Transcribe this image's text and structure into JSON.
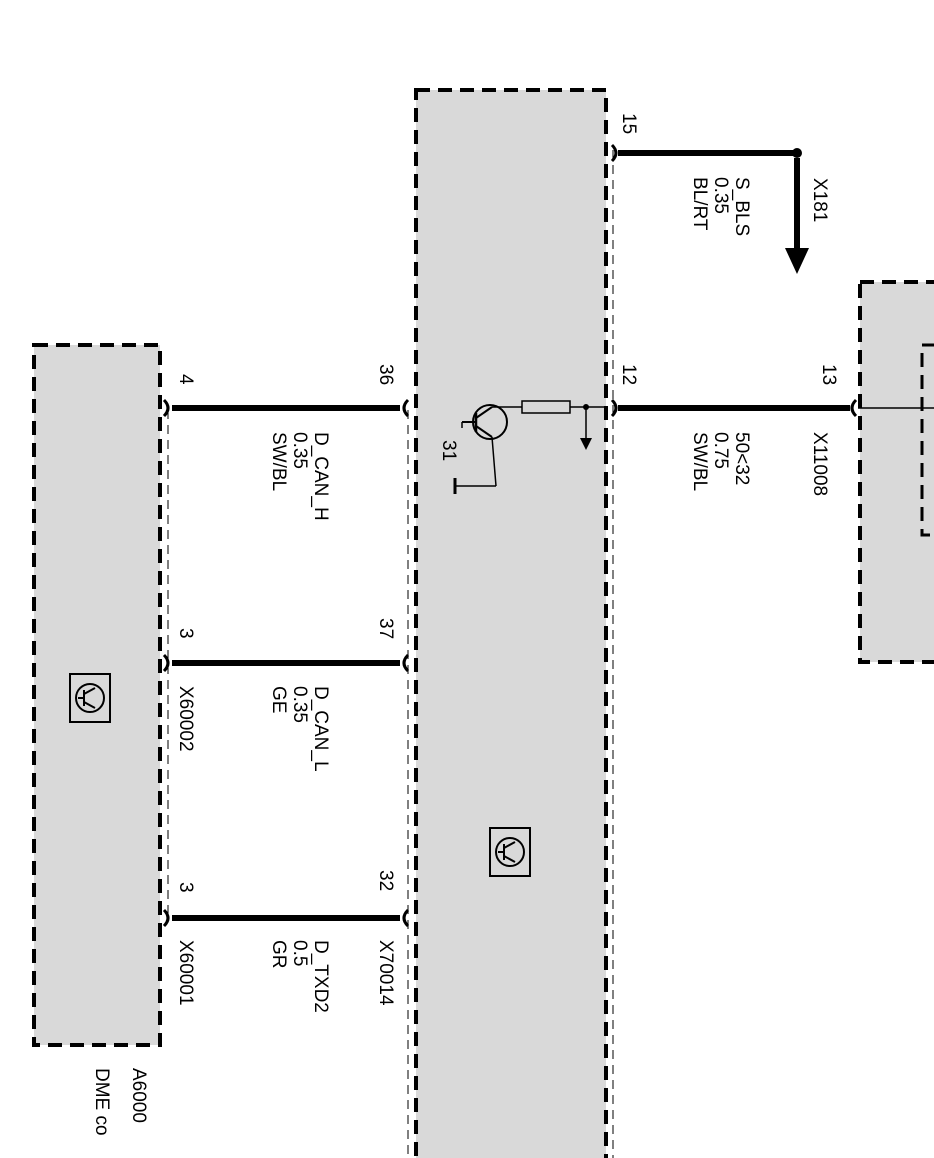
{
  "modules": {
    "left": {
      "id": "A6000",
      "name": "DME co"
    },
    "center": {},
    "right": {}
  },
  "pins": {
    "p15": "15",
    "p12": "12",
    "p13": "13",
    "p36": "36",
    "p37": "37",
    "p32": "32",
    "p4": "4",
    "p3a": "3",
    "p3b": "3",
    "p31": "31"
  },
  "connectors": {
    "x181": "X181",
    "x11008": "X11008",
    "x60002": "X60002",
    "x60001": "X60001",
    "x70014": "X70014"
  },
  "wires": {
    "s_bls": {
      "signal": "S_BLS",
      "gauge": "0.35",
      "color": "BL/RT"
    },
    "ign": {
      "signal": "50<32",
      "gauge": "0.75",
      "color": "SW/BL"
    },
    "d_can_h": {
      "signal": "D_CAN_H",
      "gauge": "0.35",
      "color": "SW/BL"
    },
    "d_can_l": {
      "signal": "D_CAN_L",
      "gauge": "0.35",
      "color": "GE"
    },
    "d_txd2": {
      "signal": "D_TXD2",
      "gauge": "0.5",
      "color": "GR"
    }
  },
  "colors": {
    "module_fill": "#d9d9d9",
    "line": "#000000",
    "background": "#ffffff"
  }
}
